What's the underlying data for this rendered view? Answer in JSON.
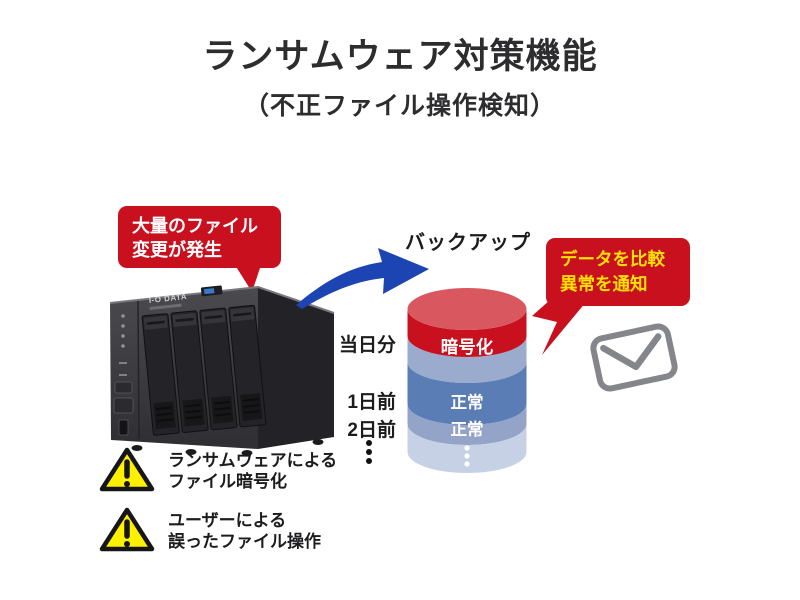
{
  "title": "ランサムウェア対策機能",
  "subtitle": "（不正ファイル操作検知）",
  "colors": {
    "red": "#c8101e",
    "red-top": "#d9575e",
    "arrow-blue": "#1c44b2",
    "band-top": "#9aabce",
    "band-dark": "#5b7db5",
    "band-mid": "#94a4c9",
    "band-light": "#c7d1e6",
    "callout-yellow": "#ffe103",
    "warning-yellow": "#fff000",
    "icon-gray": "#85868b",
    "text-dark": "#2d2d2f"
  },
  "left_callout": {
    "line1": "大量のファイル",
    "line2": "変更が発生"
  },
  "backup_label": "バックアップ",
  "right_callout": {
    "line1": "データを比較",
    "line2": "異常を通知"
  },
  "nas": {
    "brand": "I-O DATA"
  },
  "stack": {
    "rows": [
      {
        "day": "当日分",
        "disk": "暗号化"
      },
      {
        "day": "1日前",
        "disk": "正常"
      },
      {
        "day": "2日前",
        "disk": "正常"
      }
    ]
  },
  "warnings": [
    {
      "line1": "ランサムウェアによる",
      "line2": "ファイル暗号化"
    },
    {
      "line1": "ユーザーによる",
      "line2": "誤ったファイル操作"
    }
  ]
}
